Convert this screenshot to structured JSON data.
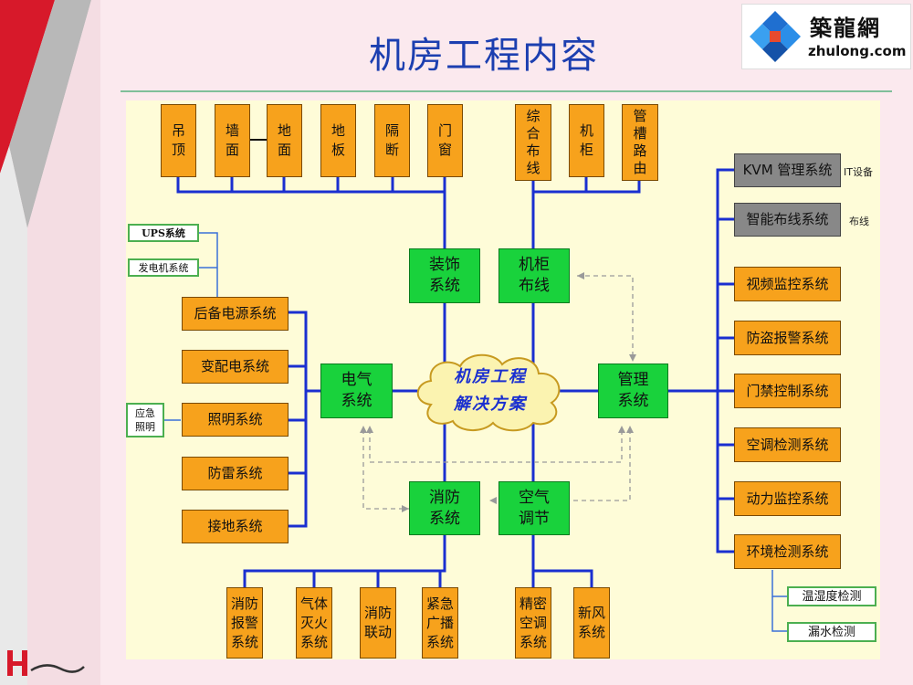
{
  "title": "机房工程内容",
  "logo": {
    "cn": "築龍網",
    "en": "zhulong.com"
  },
  "center_label": [
    "机房工程",
    "解决方案"
  ],
  "top_left_items": [
    "吊\n顶",
    "墙\n面",
    "地\n面",
    "地\n板",
    "隔\n断",
    "门\n窗"
  ],
  "top_right_items": [
    "综\n合\n布\n线",
    "机\n柜",
    "管\n槽\n路\n由"
  ],
  "hubs": {
    "decoration": "装饰\n系统",
    "cabinet": "机柜\n布线",
    "electric": "电气\n系统",
    "management": "管理\n系统",
    "fire": "消防\n系统",
    "air": "空气\n调节"
  },
  "left_items": [
    "后备电源系统",
    "变配电系统",
    "照明系统",
    "防雷系统",
    "接地系统"
  ],
  "left_tags": [
    "UPS系统",
    "发电机系统",
    "应急\n照明"
  ],
  "right_items": [
    "KVM 管理系统",
    "智能布线系统",
    "视频监控系统",
    "防盗报警系统",
    "门禁控制系统",
    "空调检测系统",
    "动力监控系统",
    "环境检测系统"
  ],
  "right_notes": [
    "IT设备",
    "布线"
  ],
  "right_tags": [
    "温湿度检测",
    "漏水检测"
  ],
  "bottom_left_items": [
    "消防\n报警\n系统",
    "气体\n灭火\n系统",
    "消防\n联动",
    "紧急\n广播\n系统"
  ],
  "bottom_right_items": [
    "精密\n空调\n系统",
    "新风\n系统"
  ],
  "colors": {
    "orange": "#f7a21c",
    "green": "#19d23c",
    "wire": "#1a2fd0",
    "title": "#1c3fb0"
  }
}
